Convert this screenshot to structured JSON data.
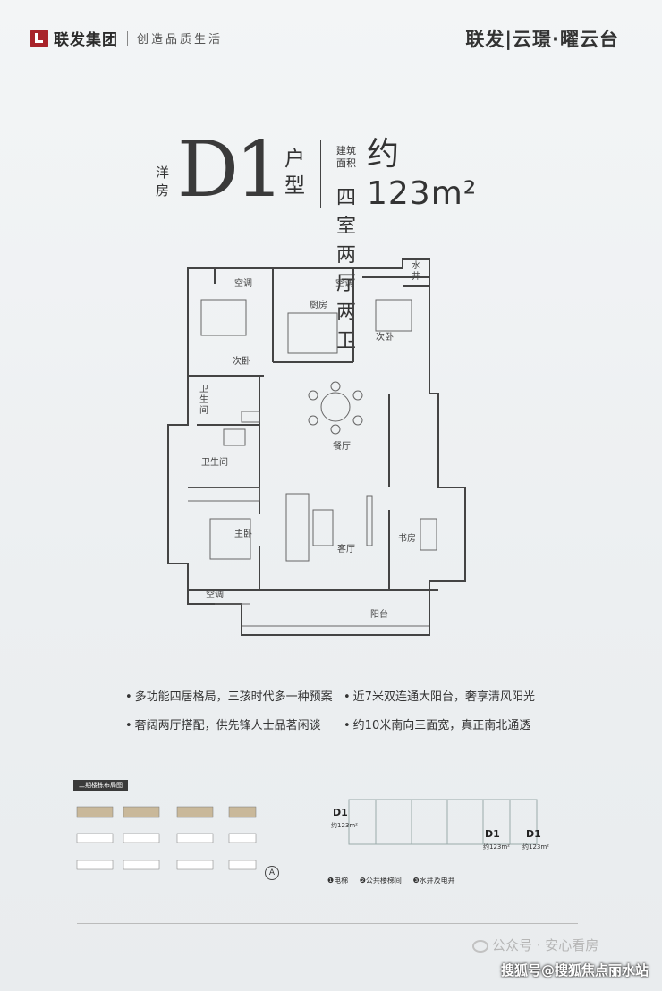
{
  "header": {
    "brand_name": "联发集团",
    "slogan": "创造品质生活",
    "project_name": "联发|云璟·曜云台"
  },
  "unit": {
    "style": "洋房",
    "code": "D1",
    "code_suffix": "户型",
    "area_label": "建筑面积",
    "area_value": "约123m²",
    "rooms": "四室两厅两卫"
  },
  "floor_plan": {
    "rooms": [
      {
        "id": "ac1",
        "label": "空调"
      },
      {
        "id": "ac2",
        "label": "空调"
      },
      {
        "id": "shaft",
        "label": "水井"
      },
      {
        "id": "kitchen",
        "label": "厨房"
      },
      {
        "id": "bed2",
        "label": "次卧"
      },
      {
        "id": "bed3",
        "label": "次卧"
      },
      {
        "id": "bath1",
        "label": "卫生间"
      },
      {
        "id": "bath2",
        "label": "卫生间"
      },
      {
        "id": "dining",
        "label": "餐厅"
      },
      {
        "id": "living",
        "label": "客厅"
      },
      {
        "id": "study",
        "label": "书房"
      },
      {
        "id": "master",
        "label": "主卧"
      },
      {
        "id": "ac3",
        "label": "空调"
      },
      {
        "id": "balcony",
        "label": "阳台"
      }
    ]
  },
  "features": [
    "多功能四居格局，三孩时代多一种预案",
    "近7米双连通大阳台，奢享清风阳光",
    "奢阔两厅搭配，供先锋人士品茗闲谈",
    "约10米南向三面宽，真正南北通透"
  ],
  "thumbs": {
    "header": "二期楼栋布局图"
  },
  "site_plan": {
    "labels": [
      {
        "code": "D1",
        "area": "约123m²"
      },
      {
        "code": "D1",
        "area": "约123m²"
      },
      {
        "code": "D1",
        "area": "约123m²"
      }
    ],
    "legend": [
      "❶电梯",
      "❷公共楼梯间",
      "❸水井及电井"
    ],
    "compass": "A"
  },
  "watermarks": {
    "account": "公众号 · 安心看房",
    "site": "搜狐号@搜狐焦点丽水站"
  },
  "colors": {
    "brand": "#a8232a",
    "wall": "#444444"
  }
}
